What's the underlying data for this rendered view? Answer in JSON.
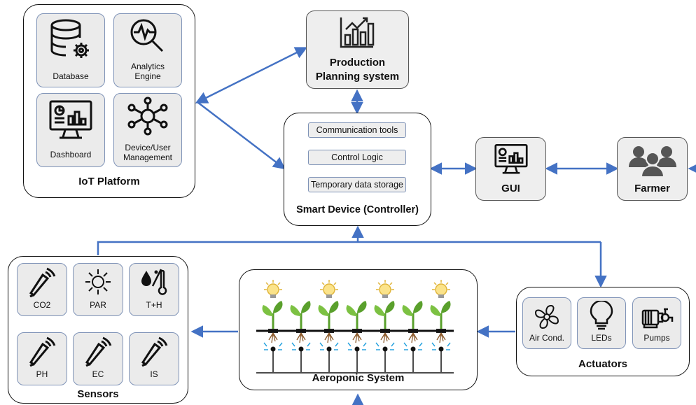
{
  "iot_platform": {
    "title": "IoT Platform",
    "tiles": [
      "Database",
      "Analytics\nEngine",
      "Dashboard",
      "Device/User\nManagement"
    ]
  },
  "production": {
    "title": "Production\nPlanning system"
  },
  "controller": {
    "title": "Smart Device (Controller)",
    "items": [
      "Communication tools",
      "Control Logic",
      "Temporary data storage"
    ]
  },
  "gui": {
    "title": "GUI"
  },
  "farmer": {
    "title": "Farmer"
  },
  "sensors": {
    "title": "Sensors",
    "tiles": [
      "CO2",
      "PAR",
      "T+H",
      "PH",
      "EC",
      "IS"
    ]
  },
  "aeroponic": {
    "title": "Aeroponic System"
  },
  "actuators": {
    "title": "Actuators",
    "tiles": [
      "Air Cond.",
      "LEDs",
      "Pumps"
    ]
  },
  "colors": {
    "arrow": "#4472c4",
    "tile_bg": "#ebebeb",
    "tile_border": "#7f93b7"
  }
}
